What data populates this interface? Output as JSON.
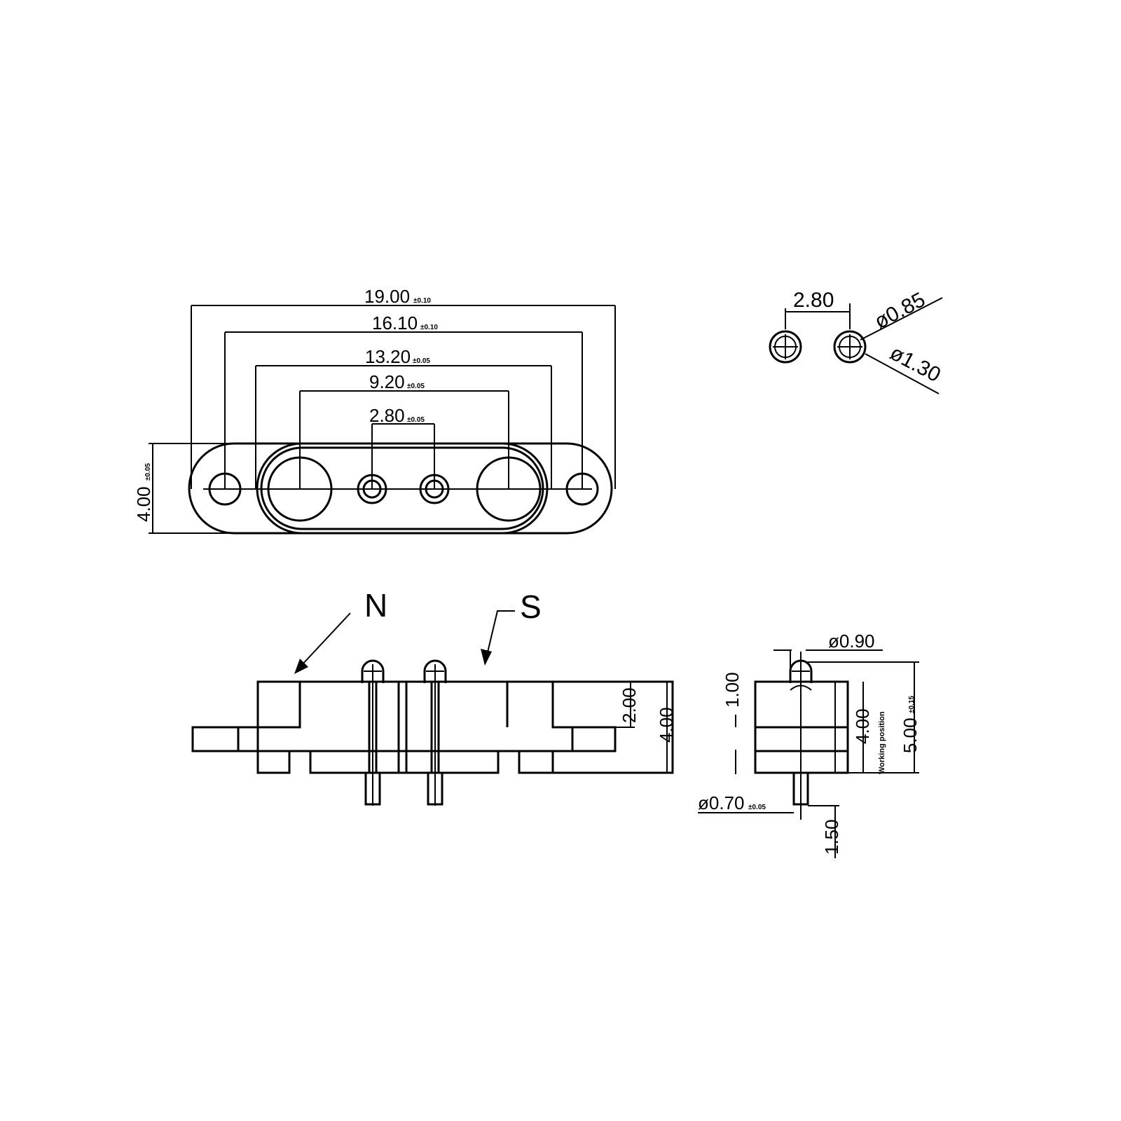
{
  "top_view": {
    "dim_19": {
      "value": "19.00",
      "tol": "±0.10"
    },
    "dim_16": {
      "value": "16.10",
      "tol": "±0.10"
    },
    "dim_13": {
      "value": "13.20",
      "tol": "±0.05"
    },
    "dim_9": {
      "value": "9.20",
      "tol": "±0.05"
    },
    "dim_2": {
      "value": "2.80",
      "tol": "±0.05"
    },
    "height": {
      "value": "4.00",
      "tol": "±0.05"
    }
  },
  "detail_view": {
    "pitch": "2.80",
    "inner_dia": "ø0.85",
    "outer_dia": "ø1.30"
  },
  "front_view": {
    "label_n": "N",
    "label_s": "S",
    "dim_2": "2.00",
    "dim_4": "4.00"
  },
  "side_view": {
    "pin_dia": "ø0.90",
    "dim_1": "1.00",
    "dim_4": "4.00",
    "working_position": "Working position",
    "total": {
      "value": "5.00",
      "tol": "±0.15"
    },
    "tail_dia": {
      "value": "ø0.70",
      "tol": "±0.05"
    },
    "tail_len": "1.50"
  }
}
